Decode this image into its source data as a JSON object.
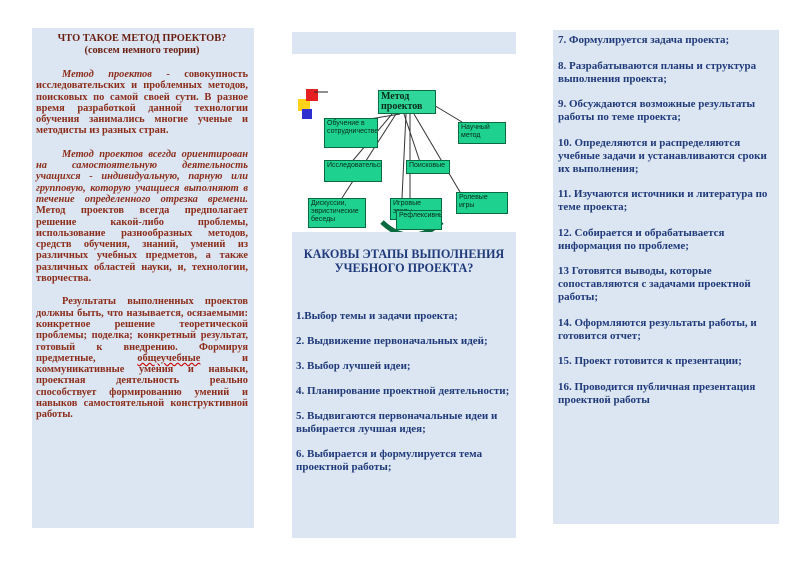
{
  "col1": {
    "title": "ЧТО ТАКОЕ МЕТОД ПРОЕКТОВ?",
    "subtitle": "(совсем немного теории)",
    "p1_em": "Метод проектов",
    "p1_rest": " - совокупность исследовательских и проблемных методов, поисковых по самой своей сути. В разное время разработкой данной технологии обучения занимались многие ученые и методисты из разных стран.",
    "p2_em": "Метод проектов всегда ориентирован на самостоятельную деятельность учащихся - индивидуальную, парную или групповую, которую учащиеся выполняют в течение определенного отрезка времени.",
    "p2_rest": " Метод проектов всегда предполагает решение какой-либо проблемы, использование разнообразных методов, средств обучения, знаний, умений из различных учебных предметов, а также различных областей науки, и, технологии, творчества.",
    "p3_a": "Результаты выполненных проектов должны быть, что называется, осязаемыми: конкретное решение теоретической проблемы; поделка; конкретный результат, готовый к внедрению. Формируя предметные, ",
    "p3_ul": "общеучебные",
    "p3_b": " и коммуникативные умения и навыки, проектная деятельность реально способствует формированию умений и навыков самостоятельной конструктивной работы."
  },
  "diagram": {
    "main": "Метод проектов",
    "boxes": {
      "obuchenie": "Обучение в сотрудничестве",
      "nauchny": "Научный метод",
      "issled": "Исследовательские",
      "poisk": "Поисковые",
      "diskussii": "Дискуссии, эвристические беседы",
      "igrovye": "Игровые этапы",
      "rolevye": "Ролевые игры",
      "reflex": "Рефлексивные"
    }
  },
  "col2": {
    "title": "КАКОВЫ ЭТАПЫ ВЫПОЛНЕНИЯ УЧЕБНОГО ПРОЕКТА?",
    "steps": [
      "1.Выбор темы и задачи проекта;",
      "2. Выдвижение первоначальных идей;",
      "3.  Выбор лучшей идеи;",
      "4. Планирование проектной деятельности;",
      "5.  Выдвигаются первоначальные идеи и выбирается лучшая идея;",
      "6.  Выбирается и формулируется тема проектной работы;"
    ]
  },
  "col3": {
    "steps": [
      "7.  Формулируется задача проекта;",
      "8. Разрабатываются планы и структура выполнения проекта;",
      "9. Обсуждаются возможные результаты работы по теме проекта;",
      "10. Определяются и распределяются учебные задачи и устанавливаются сроки их выполнения;",
      "11. Изучаются источники и литература по теме проекта;",
      "12. Собирается и обрабатывается информация по проблеме;",
      "13 Готовятся выводы, которые сопоставляются с задачами проектной работы;",
      "14. Оформляются результаты работы, и готовится отчет;",
      "15. Проект готовится к презентации;",
      "16.  Проводится публичная презентация проектной работы"
    ]
  }
}
